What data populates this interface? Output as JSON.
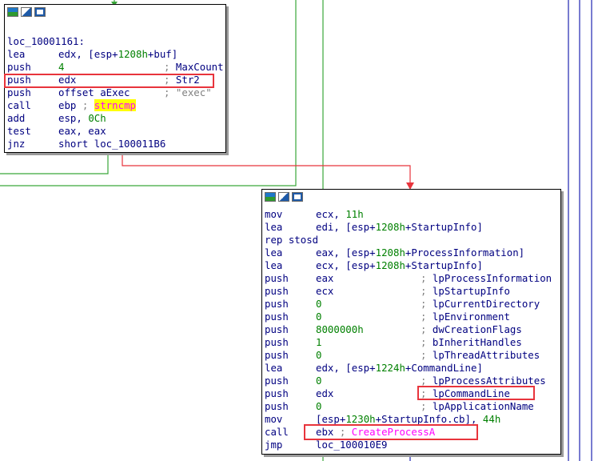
{
  "colors": {
    "mnemonic": "#000080",
    "number": "#008000",
    "import": "#ff00ff",
    "highlight": "#ffff00",
    "string": "#808080",
    "edge_true": "#3aa63a",
    "edge_false": "#e8343c",
    "edge_normal": "#1e24b0",
    "annotation_box": "#e8343c"
  },
  "node1": {
    "header_icons": [
      "graph-color-icon",
      "graph-rename-icon",
      "graph-list-icon"
    ],
    "lines": [
      {
        "label": "loc_10001161:"
      },
      {
        "mn": "lea",
        "op": [
          {
            "t": "edx, [esp+"
          },
          {
            "t": "1208h",
            "c": "num"
          },
          {
            "t": "+buf]",
            "c": "sym"
          }
        ]
      },
      {
        "mn": "push",
        "op": [
          {
            "t": "4",
            "c": "num"
          }
        ],
        "cm": [
          {
            "t": "; ",
            "c": "semi"
          },
          {
            "t": "MaxCount"
          }
        ]
      },
      {
        "mn": "push",
        "op": [
          {
            "t": "edx"
          }
        ],
        "cm": [
          {
            "t": "; ",
            "c": "semi"
          },
          {
            "t": "Str2"
          }
        ]
      },
      {
        "mn": "push",
        "op": [
          {
            "t": "offset aExec"
          }
        ],
        "cm": [
          {
            "t": "; ",
            "c": "semi"
          },
          {
            "t": "\"exec\"",
            "c": "str"
          }
        ]
      },
      {
        "mn": "call",
        "op": [
          {
            "t": "ebp "
          },
          {
            "t": "; ",
            "c": "semi"
          },
          {
            "t": "strncmp",
            "c": "hl"
          }
        ]
      },
      {
        "mn": "add",
        "op": [
          {
            "t": "esp, "
          },
          {
            "t": "0Ch",
            "c": "num"
          }
        ]
      },
      {
        "mn": "test",
        "op": [
          {
            "t": "eax, eax"
          }
        ]
      },
      {
        "mn": "jnz",
        "op": [
          {
            "t": "short loc_100011B6"
          }
        ]
      }
    ]
  },
  "node2": {
    "header_icons": [
      "graph-color-icon",
      "graph-rename-icon",
      "graph-list-icon"
    ],
    "lines": [
      {
        "mn": "mov",
        "op": [
          {
            "t": "ecx, "
          },
          {
            "t": "11h",
            "c": "num"
          }
        ]
      },
      {
        "mn": "lea",
        "op": [
          {
            "t": "edi, [esp+"
          },
          {
            "t": "1208h",
            "c": "num"
          },
          {
            "t": "+StartupInfo]",
            "c": "sym"
          }
        ]
      },
      {
        "mn": "rep stosd",
        "op": []
      },
      {
        "mn": "lea",
        "op": [
          {
            "t": "eax, [esp+"
          },
          {
            "t": "1208h",
            "c": "num"
          },
          {
            "t": "+ProcessInformation]",
            "c": "sym"
          }
        ]
      },
      {
        "mn": "lea",
        "op": [
          {
            "t": "ecx, [esp+"
          },
          {
            "t": "1208h",
            "c": "num"
          },
          {
            "t": "+StartupInfo]",
            "c": "sym"
          }
        ]
      },
      {
        "mn": "push",
        "op": [
          {
            "t": "eax"
          }
        ],
        "cm": [
          {
            "t": "; ",
            "c": "semi"
          },
          {
            "t": "lpProcessInformation"
          }
        ]
      },
      {
        "mn": "push",
        "op": [
          {
            "t": "ecx"
          }
        ],
        "cm": [
          {
            "t": "; ",
            "c": "semi"
          },
          {
            "t": "lpStartupInfo"
          }
        ]
      },
      {
        "mn": "push",
        "op": [
          {
            "t": "0",
            "c": "num"
          }
        ],
        "cm": [
          {
            "t": "; ",
            "c": "semi"
          },
          {
            "t": "lpCurrentDirectory"
          }
        ]
      },
      {
        "mn": "push",
        "op": [
          {
            "t": "0",
            "c": "num"
          }
        ],
        "cm": [
          {
            "t": "; ",
            "c": "semi"
          },
          {
            "t": "lpEnvironment"
          }
        ]
      },
      {
        "mn": "push",
        "op": [
          {
            "t": "8000000h",
            "c": "num"
          }
        ],
        "cm": [
          {
            "t": "; ",
            "c": "semi"
          },
          {
            "t": "dwCreationFlags"
          }
        ]
      },
      {
        "mn": "push",
        "op": [
          {
            "t": "1",
            "c": "num"
          }
        ],
        "cm": [
          {
            "t": "; ",
            "c": "semi"
          },
          {
            "t": "bInheritHandles"
          }
        ]
      },
      {
        "mn": "push",
        "op": [
          {
            "t": "0",
            "c": "num"
          }
        ],
        "cm": [
          {
            "t": "; ",
            "c": "semi"
          },
          {
            "t": "lpThreadAttributes"
          }
        ]
      },
      {
        "mn": "lea",
        "op": [
          {
            "t": "edx, [esp+"
          },
          {
            "t": "1224h",
            "c": "num"
          },
          {
            "t": "+CommandLine]",
            "c": "sym"
          }
        ]
      },
      {
        "mn": "push",
        "op": [
          {
            "t": "0",
            "c": "num"
          }
        ],
        "cm": [
          {
            "t": "; ",
            "c": "semi"
          },
          {
            "t": "lpProcessAttributes"
          }
        ]
      },
      {
        "mn": "push",
        "op": [
          {
            "t": "edx"
          }
        ],
        "cm": [
          {
            "t": "; ",
            "c": "semi"
          },
          {
            "t": "lpCommandLine"
          }
        ]
      },
      {
        "mn": "push",
        "op": [
          {
            "t": "0",
            "c": "num"
          }
        ],
        "cm": [
          {
            "t": "; ",
            "c": "semi"
          },
          {
            "t": "lpApplicationName"
          }
        ]
      },
      {
        "mn": "mov",
        "op": [
          {
            "t": "[esp+"
          },
          {
            "t": "1230h",
            "c": "num"
          },
          {
            "t": "+StartupInfo.cb]",
            "c": "sym"
          },
          {
            "t": ", "
          },
          {
            "t": "44h",
            "c": "num"
          }
        ]
      },
      {
        "mn": "call",
        "op": [
          {
            "t": "ebx "
          },
          {
            "t": "; ",
            "c": "semi"
          },
          {
            "t": "CreateProcessA",
            "c": "imp"
          }
        ]
      },
      {
        "mn": "jmp",
        "op": [
          {
            "t": "loc_100010E9"
          }
        ]
      }
    ]
  }
}
